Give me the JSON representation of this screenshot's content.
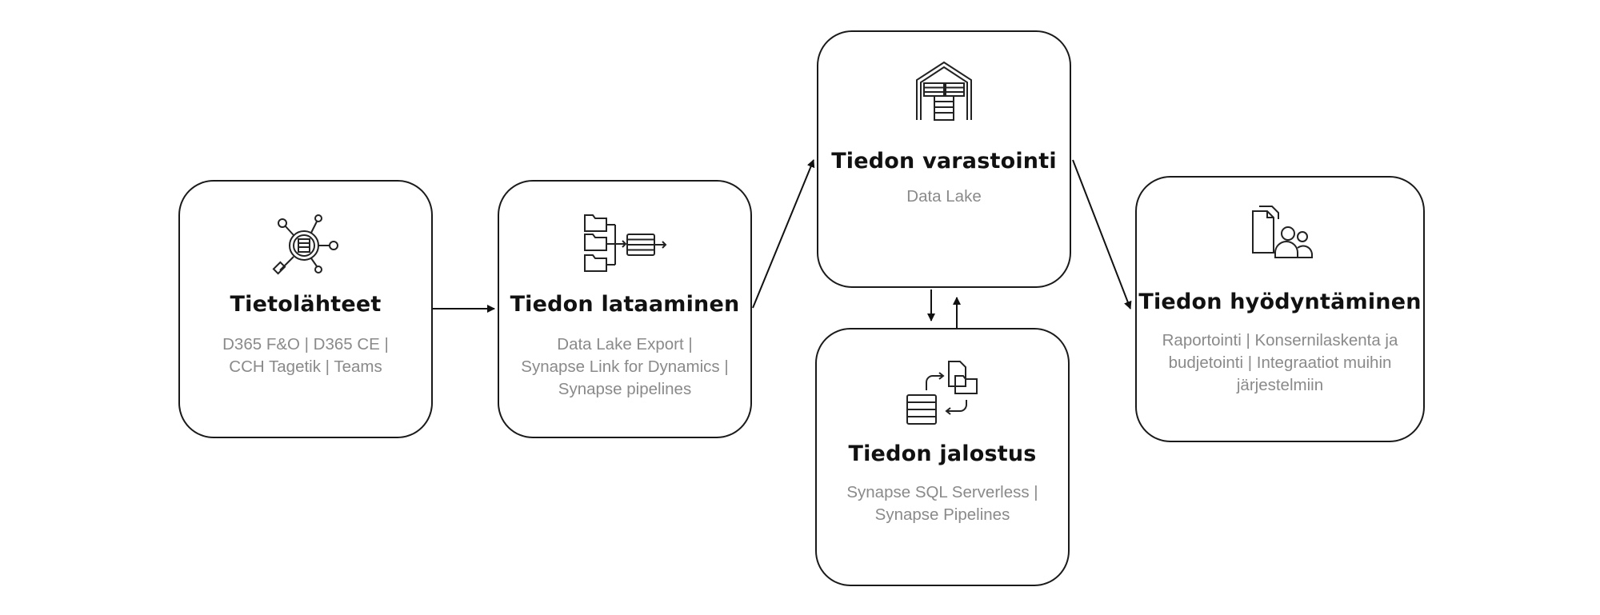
{
  "nodes": {
    "sources": {
      "title": "Tietolähteet",
      "desc": "D365 F&O | D365 CE |\nCCH Tagetik | Teams",
      "icon": "data-search-icon"
    },
    "loading": {
      "title": "Tiedon lataaminen",
      "desc": "Data Lake Export |\nSynapse Link for Dynamics |\nSynapse pipelines",
      "icon": "folders-to-database-icon"
    },
    "storage": {
      "title": "Tiedon varastointi",
      "desc": "Data Lake",
      "icon": "warehouse-icon"
    },
    "refining": {
      "title": "Tiedon jalostus",
      "desc": "Synapse SQL Serverless |\nSynapse Pipelines",
      "icon": "data-transform-icon"
    },
    "utilization": {
      "title": "Tiedon hyödyntäminen",
      "desc": "Raportointi | Konsernilaskenta ja\nbudjetointi | Integraatiot muihin\njärjestelmiin",
      "icon": "documents-users-icon"
    }
  },
  "colors": {
    "border": "#1a1a1a",
    "title": "#111111",
    "description": "#8a8a8a"
  }
}
